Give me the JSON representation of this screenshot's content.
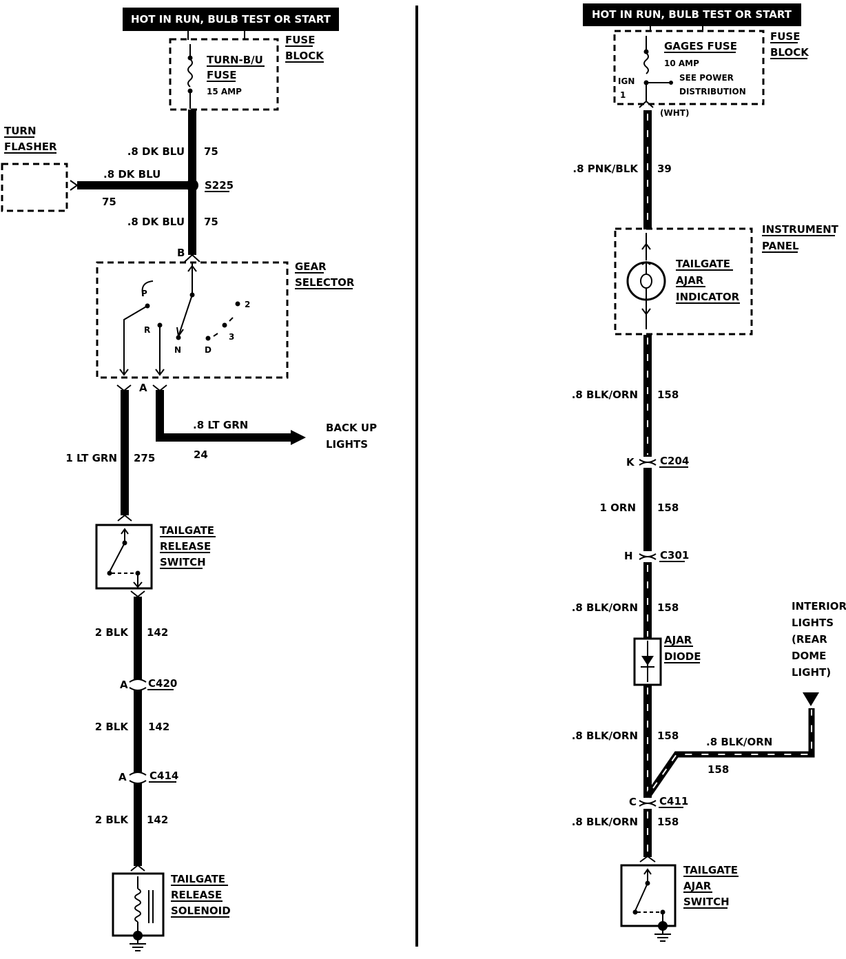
{
  "left": {
    "header": "HOT IN RUN, BULB TEST OR START",
    "fuse_block": [
      "FUSE",
      "BLOCK"
    ],
    "fuse": [
      "TURN-B/U",
      "FUSE",
      "15 AMP"
    ],
    "turn_flasher": [
      "TURN",
      "FLASHER"
    ],
    "w1": {
      "gauge": ".8 DK BLU",
      "circuit": "75"
    },
    "w_flasher": {
      "gauge": ".8 DK BLU",
      "circuit": "75"
    },
    "splice": "S225",
    "w2": {
      "gauge": ".8 DK BLU",
      "circuit": "75"
    },
    "pin_b": "B",
    "gear_selector": [
      "GEAR",
      "SELECTOR"
    ],
    "positions": [
      "P",
      "R",
      "N",
      "D",
      "3",
      "2"
    ],
    "pin_a": "A",
    "backup": {
      "gauge": ".8 LT GRN",
      "circuit": "24",
      "label": [
        "BACK UP",
        "LIGHTS"
      ]
    },
    "w3": {
      "gauge": "1 LT GRN",
      "circuit": "275"
    },
    "release_switch": [
      "TAILGATE",
      "RELEASE",
      "SWITCH"
    ],
    "w4": {
      "gauge": "2 BLK",
      "circuit": "142"
    },
    "c420": {
      "pin": "A",
      "name": "C420"
    },
    "w5": {
      "gauge": "2 BLK",
      "circuit": "142"
    },
    "c414": {
      "pin": "A",
      "name": "C414"
    },
    "w6": {
      "gauge": "2 BLK",
      "circuit": "142"
    },
    "solenoid": [
      "TAILGATE",
      "RELEASE",
      "SOLENOID"
    ]
  },
  "right": {
    "header": "HOT IN RUN, BULB TEST OR START",
    "fuse_block": [
      "FUSE",
      "BLOCK"
    ],
    "fuse": [
      "GAGES FUSE",
      "10 AMP"
    ],
    "see_power": [
      "SEE POWER",
      "DISTRIBUTION"
    ],
    "ign": [
      "IGN",
      "1"
    ],
    "wht": "(WHT)",
    "w1": {
      "gauge": ".8 PNK/BLK",
      "circuit": "39"
    },
    "instrument_panel": [
      "INSTRUMENT",
      "PANEL"
    ],
    "indicator": [
      "TAILGATE",
      "AJAR",
      "INDICATOR"
    ],
    "w2": {
      "gauge": ".8 BLK/ORN",
      "circuit": "158"
    },
    "c204": {
      "pin": "K",
      "name": "C204"
    },
    "w3": {
      "gauge": "1 ORN",
      "circuit": "158"
    },
    "c301": {
      "pin": "H",
      "name": "C301"
    },
    "w4": {
      "gauge": ".8 BLK/ORN",
      "circuit": "158"
    },
    "diode": [
      "AJAR",
      "DIODE"
    ],
    "interior": [
      "INTERIOR",
      "LIGHTS",
      "(REAR",
      "DOME",
      "LIGHT)"
    ],
    "w5": {
      "gauge": ".8 BLK/ORN",
      "circuit": "158"
    },
    "w_branch": {
      "gauge": ".8 BLK/ORN",
      "circuit": "158"
    },
    "c411": {
      "pin": "C",
      "name": "C411"
    },
    "w6": {
      "gauge": ".8 BLK/ORN",
      "circuit": "158"
    },
    "ajar_switch": [
      "TAILGATE",
      "AJAR",
      "SWITCH"
    ]
  }
}
